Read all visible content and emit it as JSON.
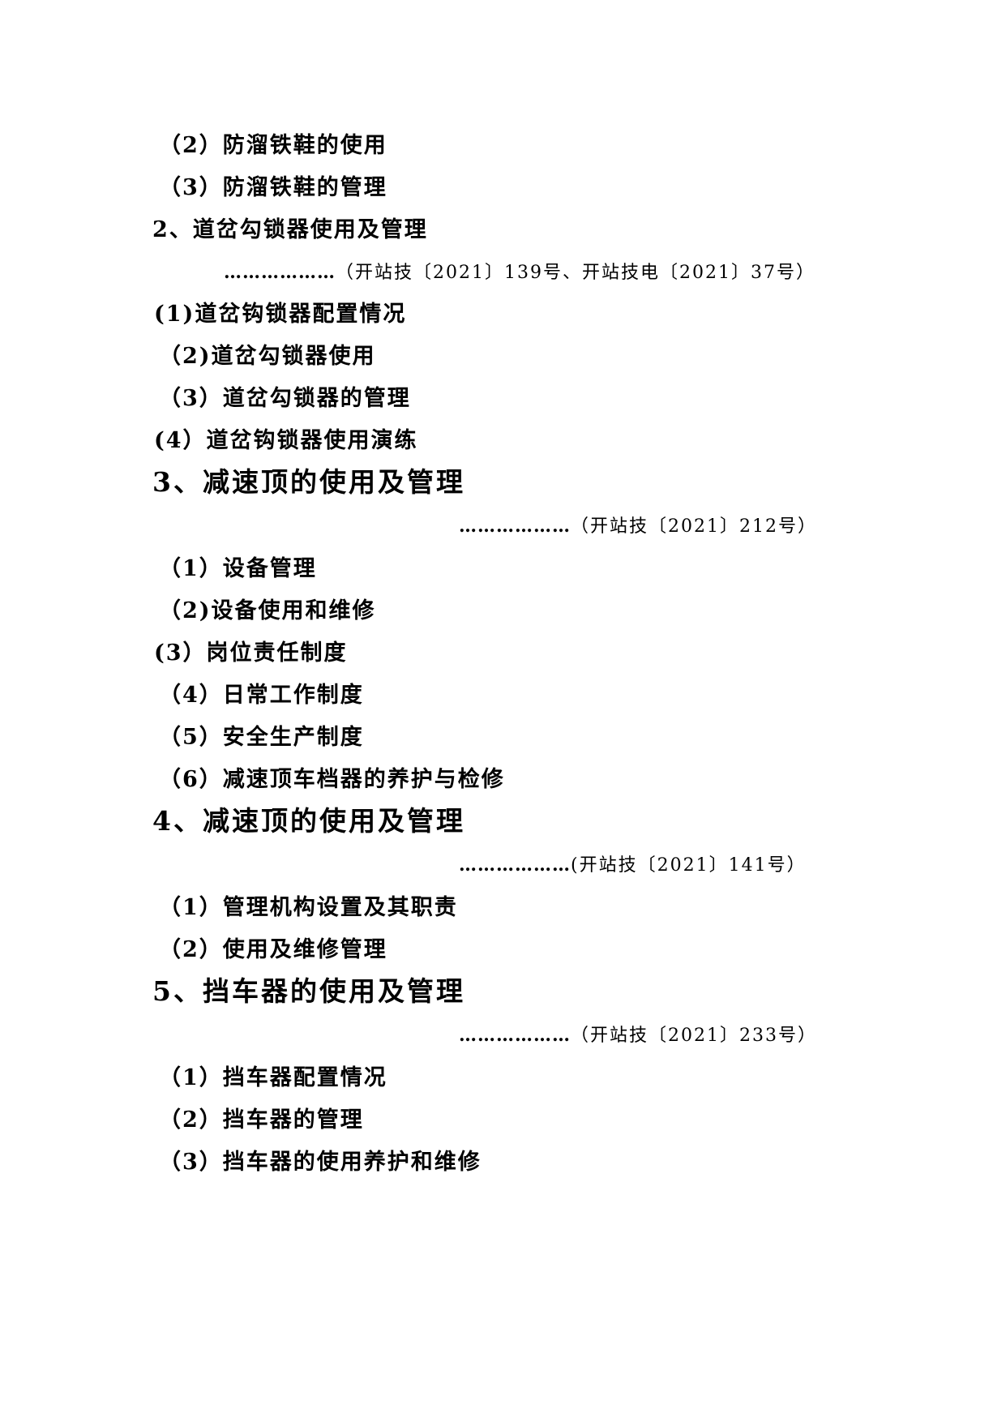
{
  "lines": [
    {
      "text": "（2）防溜铁鞋的使用"
    },
    {
      "text": "（3）防溜铁鞋的管理"
    },
    {
      "text": "2、道岔勾锁器使用及管理"
    },
    {
      "dots": "………………",
      "text": "（开站技〔2021〕139号、开站技电〔2021〕37号）"
    },
    {
      "text": "(1)道岔钩锁器配置情况"
    },
    {
      "text": "（2)道岔勾锁器使用"
    },
    {
      "text": "（3）道岔勾锁器的管理"
    },
    {
      "text": "(4）道岔钩锁器使用演练"
    },
    {
      "text": "3、减速顶的使用及管理"
    },
    {
      "dots": "………………",
      "text": "（开站技〔2021〕212号）"
    },
    {
      "text": "（1）设备管理"
    },
    {
      "text": "（2)设备使用和维修"
    },
    {
      "text": "(3）岗位责任制度"
    },
    {
      "text": "（4）日常工作制度"
    },
    {
      "text": "（5）安全生产制度"
    },
    {
      "text": "（6）减速顶车档器的养护与检修"
    },
    {
      "text": "4、减速顶的使用及管理"
    },
    {
      "dots": "………………",
      "text": "(开站技〔2021〕141号）"
    },
    {
      "text": "（1）管理机构设置及其职责"
    },
    {
      "text": "（2）使用及维修管理"
    },
    {
      "text": "5、挡车器的使用及管理"
    },
    {
      "dots": "………………",
      "text": "（开站技〔2021〕233号）"
    },
    {
      "text": "（1）挡车器配置情况"
    },
    {
      "text": "（2）挡车器的管理"
    },
    {
      "text": "（3）挡车器的使用养护和维修"
    }
  ]
}
